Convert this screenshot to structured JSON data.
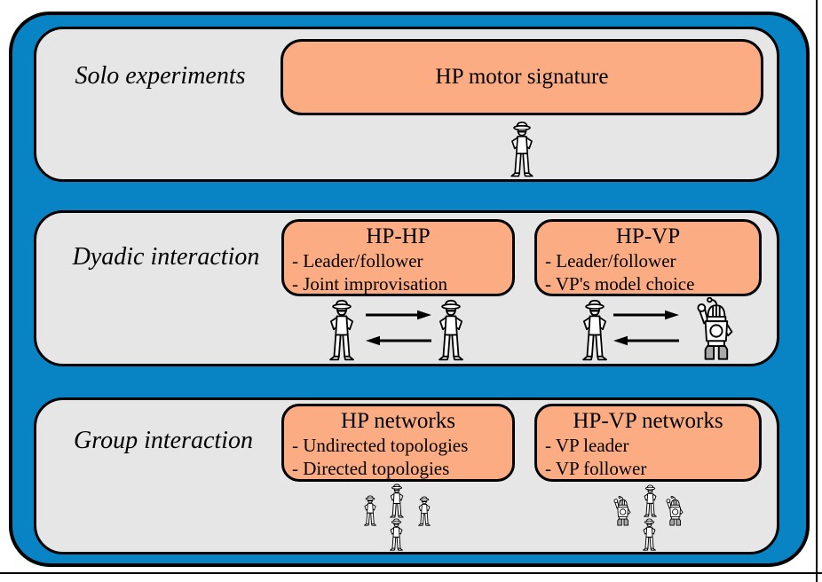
{
  "figure": {
    "sections": [
      {
        "label": "Solo experiments",
        "boxes": [
          {
            "title": "HP motor signature",
            "bullets": []
          }
        ]
      },
      {
        "label": "Dyadic interaction",
        "boxes": [
          {
            "title": "HP-HP",
            "bullets": [
              "- Leader/follower",
              "- Joint improvisation"
            ]
          },
          {
            "title": "HP-VP",
            "bullets": [
              "- Leader/follower",
              "- VP's model choice"
            ]
          }
        ]
      },
      {
        "label": "Group interaction",
        "boxes": [
          {
            "title": "HP networks",
            "bullets": [
              "- Undirected topologies",
              "- Directed topologies"
            ]
          },
          {
            "title": "HP-VP networks",
            "bullets": [
              "- VP leader",
              "- VP follower"
            ]
          }
        ]
      }
    ],
    "icons": {
      "human": "person-wearing-hat",
      "robot": "humanoid-robot",
      "arrow_right": "right-arrow",
      "arrow_left": "left-arrow"
    },
    "colors": {
      "background_blue": "#0884c4",
      "section_gray": "#e6e6e6",
      "box_orange": "#fcac83",
      "outline_black": "#000000"
    }
  }
}
